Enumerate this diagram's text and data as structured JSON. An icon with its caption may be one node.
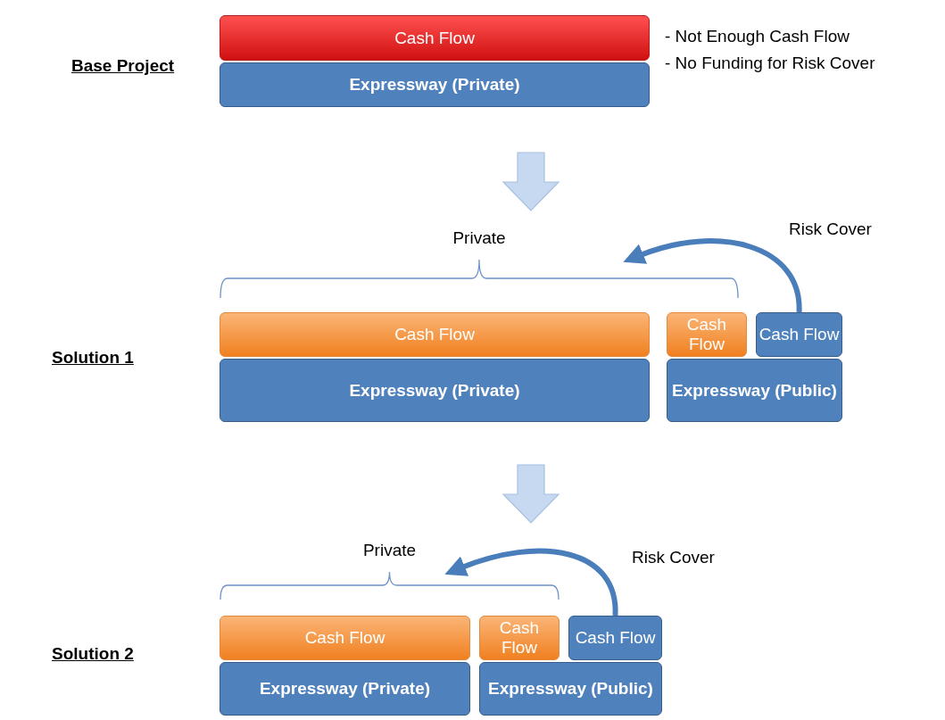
{
  "diagram": {
    "nodes": [
      {
        "text": [
          "Cash Flow"
        ]
      },
      {
        "text": [
          "Expressway (Private)"
        ]
      },
      {
        "text": [],
        "shape": "bracket",
        "beside": [
          "Private"
        ]
      },
      {
        "text": [
          "Cash Flow"
        ]
      },
      {
        "text": [
          "Cash Flow"
        ]
      },
      {
        "text": [
          "Cash Flow"
        ]
      },
      {
        "text": [
          "Expressway (Private)"
        ]
      },
      {
        "text": [
          "Expressway (Public)"
        ]
      },
      {
        "text": [],
        "shape": "bracket",
        "beside": [
          "Private"
        ]
      },
      {
        "text": [
          "Cash Flow"
        ]
      },
      {
        "text": [
          "Cash Flow"
        ]
      },
      {
        "text": [
          "Cash Flow"
        ]
      },
      {
        "text": [
          "Expressway (Private)"
        ]
      },
      {
        "text": [
          "Expressway (Public)"
        ]
      }
    ],
    "edges": [
      {
        "from": 5,
        "to": 2,
        "arrow": "to"
      },
      {
        "from": 11,
        "to": 8,
        "arrow": "to"
      }
    ],
    "labels": [
      "Base Project",
      "- Not Enough Cash Flow",
      "- No Funding for Risk Cover",
      "Risk Cover",
      "Solution 1",
      "Risk Cover",
      "Solution 2"
    ]
  }
}
